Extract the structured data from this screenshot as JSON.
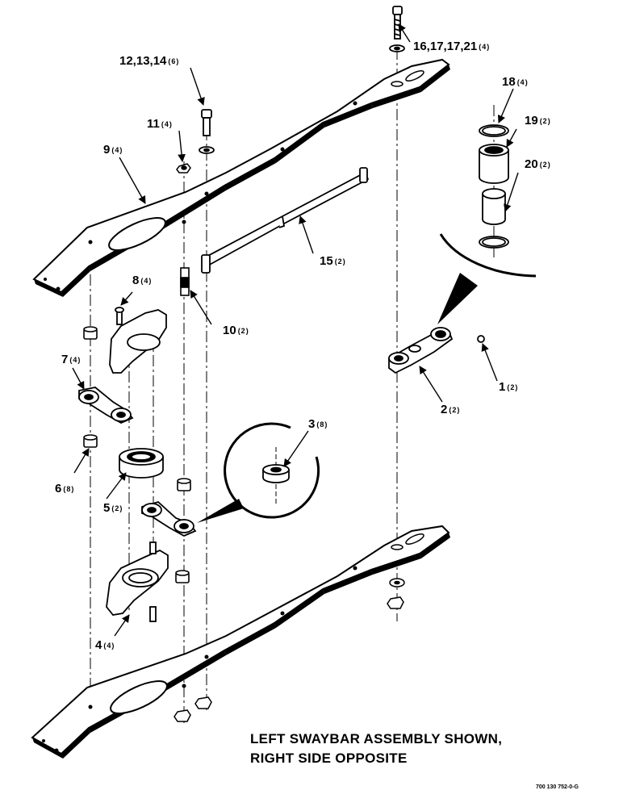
{
  "callouts": [
    {
      "num": "16,17,17,21",
      "qty": "(4)"
    },
    {
      "num": "12,13,14",
      "qty": "(6)"
    },
    {
      "num": "18",
      "qty": "(4)"
    },
    {
      "num": "11",
      "qty": "(4)"
    },
    {
      "num": "19",
      "qty": "(2)"
    },
    {
      "num": "9",
      "qty": "(4)"
    },
    {
      "num": "20",
      "qty": "(2)"
    },
    {
      "num": "15",
      "qty": "(2)"
    },
    {
      "num": "8",
      "qty": "(4)"
    },
    {
      "num": "10",
      "qty": "(2)"
    },
    {
      "num": "7",
      "qty": "(4)"
    },
    {
      "num": "1",
      "qty": "(2)"
    },
    {
      "num": "2",
      "qty": "(2)"
    },
    {
      "num": "3",
      "qty": "(8)"
    },
    {
      "num": "6",
      "qty": "(8)"
    },
    {
      "num": "5",
      "qty": "(2)"
    },
    {
      "num": "4",
      "qty": "(4)"
    }
  ],
  "caption": {
    "line1": "LEFT SWAYBAR ASSEMBLY SHOWN,",
    "line2": "RIGHT SIDE OPPOSITE"
  },
  "doc_number": "700 130 752-0-G"
}
